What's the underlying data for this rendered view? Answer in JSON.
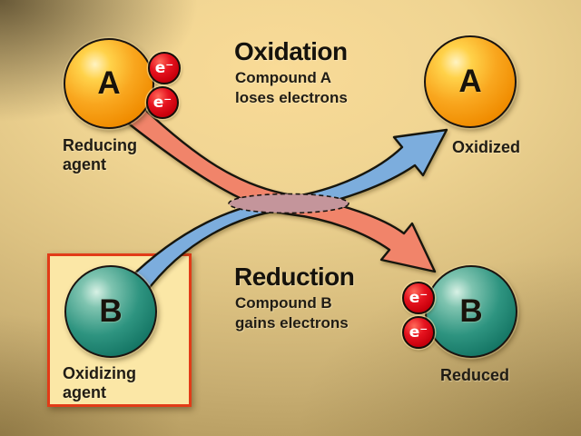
{
  "sections": {
    "oxidation": {
      "title": "Oxidation",
      "desc_line1": "Compound A",
      "desc_line2": "loses electrons"
    },
    "reduction": {
      "title": "Reduction",
      "desc_line1": "Compound B",
      "desc_line2": "gains electrons"
    }
  },
  "compounds": {
    "a_label": "A",
    "b_label": "B",
    "reducing_agent_line1": "Reducing",
    "reducing_agent_line2": "agent",
    "oxidizing_agent_line1": "Oxidizing",
    "oxidizing_agent_line2": "agent",
    "oxidized_label": "Oxidized",
    "reduced_label": "Reduced"
  },
  "electron_label": "e⁻",
  "colors": {
    "background_tan": "#DCC181",
    "sphere_orange": "#F9A71F",
    "sphere_teal": "#1E8A76",
    "electron_red": "#CC0007",
    "oxidation_arrow_salmon": "#F1846A",
    "reduction_arrow_blue": "#7CADDD",
    "overlap_mauve": "#C4959B",
    "highlight_box_fill": "#FBE7A6",
    "highlight_box_border": "#E23B17"
  }
}
